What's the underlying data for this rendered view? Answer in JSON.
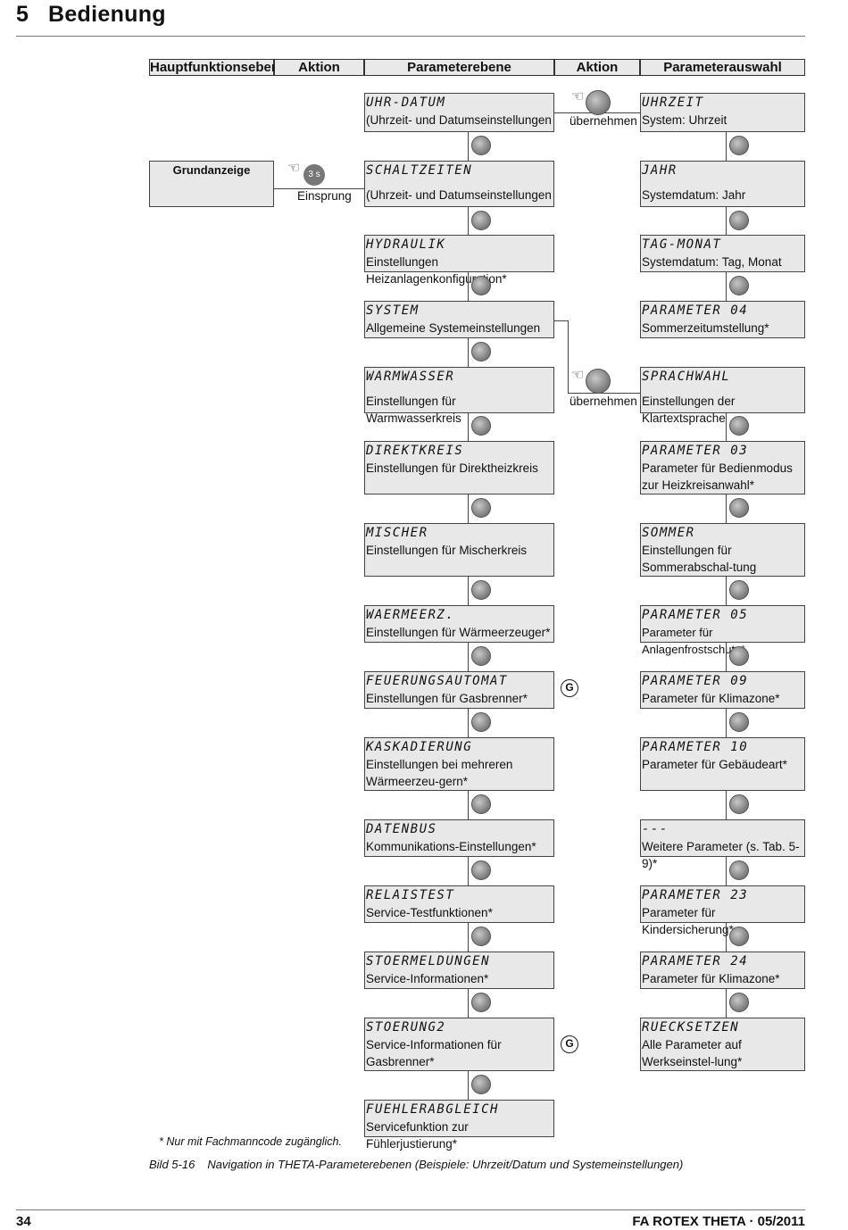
{
  "chapter": {
    "number": "5",
    "title": "Bedienung"
  },
  "headers": [
    "Hauptfunktionsebene",
    "Aktion",
    "Parameterebene",
    "Aktion",
    "Parameterauswahl"
  ],
  "grundanzeige": {
    "label": "Grundanzeige",
    "action_badge": "3 s",
    "action_label": "Einsprung"
  },
  "uebernehmen": "übernehmen",
  "g_symbol": "G",
  "param_levels": [
    {
      "lcd": "UHR-DATUM",
      "desc": "(Uhrzeit- und Datumseinstellungen"
    },
    {
      "lcd": "SCHALTZEITEN",
      "desc": "(Uhrzeit- und Datumseinstellungen"
    },
    {
      "lcd": "HYDRAULIK",
      "desc": "Einstellungen Heizanlagenkonfiguration*"
    },
    {
      "lcd": "SYSTEM",
      "desc": "Allgemeine Systemeinstellungen"
    },
    {
      "lcd": "WARMWASSER",
      "desc": "Einstellungen für Warmwasserkreis"
    },
    {
      "lcd": "DIREKTKREIS",
      "desc": "Einstellungen für Direktheizkreis"
    },
    {
      "lcd": "MISCHER",
      "desc": "Einstellungen für Mischerkreis"
    },
    {
      "lcd": "WAERMEERZ.",
      "desc": "Einstellungen für Wärmeerzeuger*"
    },
    {
      "lcd": "FEUERUNGSAUTOMAT",
      "desc": "Einstellungen für Gasbrenner*"
    },
    {
      "lcd": "KASKADIERUNG",
      "desc": "Einstellungen bei mehreren Wärmeerzeu-gern*"
    },
    {
      "lcd": "DATENBUS",
      "desc": "Kommunikations-Einstellungen*"
    },
    {
      "lcd": "RELAISTEST",
      "desc": "Service-Testfunktionen*"
    },
    {
      "lcd": "STOERMELDUNGEN",
      "desc": "Service-Informationen*"
    },
    {
      "lcd": "STOERUNG2",
      "desc": "Service-Informationen für Gasbrenner*"
    },
    {
      "lcd": "FUEHLERABGLEICH",
      "desc": "Servicefunktion zur Fühlerjustierung*"
    }
  ],
  "param_select": [
    {
      "lcd": "UHRZEIT",
      "desc": "System: Uhrzeit"
    },
    {
      "lcd": "JAHR",
      "desc": "Systemdatum: Jahr"
    },
    {
      "lcd": "TAG-MONAT",
      "desc": "Systemdatum: Tag, Monat"
    },
    {
      "lcd": "PARAMETER 04",
      "desc": "Sommerzeitumstellung*"
    },
    {
      "lcd": "SPRACHWAHL",
      "desc": "Einstellungen der Klartextsprache"
    },
    {
      "lcd": "PARAMETER 03",
      "desc": "Parameter für Bedienmodus zur Heizkreisanwahl*"
    },
    {
      "lcd": "SOMMER",
      "desc": "Einstellungen für Sommerabschal-tung"
    },
    {
      "lcd": "PARAMETER 05",
      "desc": "Parameter für Anlagenfrostschutz*"
    },
    {
      "lcd": "PARAMETER 09",
      "desc": "Parameter für Klimazone*"
    },
    {
      "lcd": "PARAMETER 10",
      "desc": "Parameter für Gebäudeart*"
    },
    {
      "lcd": "---",
      "desc": "Weitere Parameter (s. Tab. 5-9)*"
    },
    {
      "lcd": "PARAMETER 23",
      "desc": "Parameter für Kindersicherung*"
    },
    {
      "lcd": "PARAMETER 24",
      "desc": "Parameter für Klimazone*"
    },
    {
      "lcd": "RUECKSETZEN",
      "desc": "Alle Parameter auf Werkseinstel-lung*"
    }
  ],
  "footnote": "* Nur mit Fachmanncode zugänglich.",
  "caption": {
    "number": "Bild 5-16",
    "text": "Navigation in THETA-Parameterebenen (Beispiele: Uhrzeit/Datum und Systemeinstellungen)"
  },
  "footer": {
    "page": "34",
    "doc": "FA ROTEX THETA · 05/2011"
  }
}
